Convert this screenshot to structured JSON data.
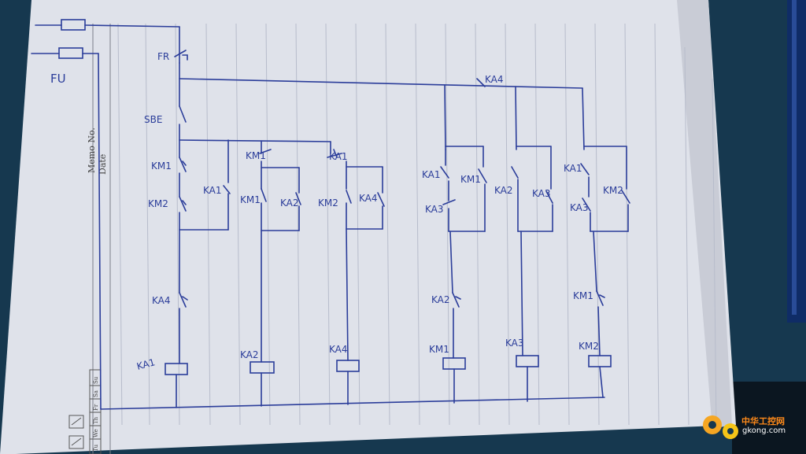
{
  "memo": {
    "memo_no": "Memo No.",
    "date": "Date",
    "days": [
      "Su",
      "Sa",
      "Fr",
      "Th",
      "We",
      "Tu"
    ]
  },
  "labels": {
    "fu": "FU",
    "fr": "FR",
    "sbe": "SBE",
    "km1": "KM1",
    "km2": "KM2",
    "ka4_main": "KA4",
    "ka1_coil": "KA1",
    "ka2_coil": "KA2",
    "ka4_coil": "KA4",
    "c2_ka1": "KA1",
    "c2_km1": "KM1",
    "c2_ka2": "KA2",
    "c3_ka1": "KA1",
    "c3_km2": "KM2",
    "c3_ka4": "KA4",
    "top_ka4": "KA4",
    "c4_ka1": "KA1",
    "c4_km1": "KM1",
    "c4_ka3": "KA3",
    "c4_ka2": "KA2",
    "c4_coil": "KM1",
    "c5_ka2": "KA2",
    "c5_ka3": "KA3",
    "c5_coil": "KA3",
    "c6_ka1": "KA1",
    "c6_ka3": "KA3",
    "c6_km2": "KM2",
    "c6_km1": "KM1",
    "c6_coil": "KM2"
  },
  "watermark": {
    "brand": "中华工控网",
    "url": "gkong.com"
  },
  "colors": {
    "ink": "#2b3d9a",
    "paper": "#dfe2ea",
    "desk": "#16384f"
  }
}
